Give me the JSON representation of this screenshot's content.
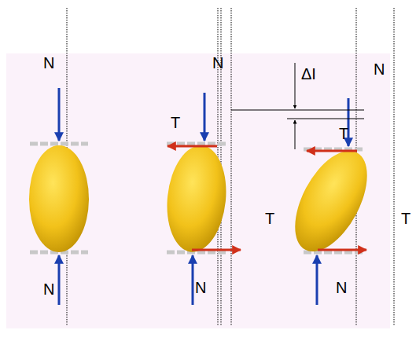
{
  "diagram": {
    "labels": [
      "N",
      "N",
      "ΔI",
      "N",
      "T",
      "T",
      "T",
      "T",
      "N",
      "N",
      "N"
    ]
  }
}
